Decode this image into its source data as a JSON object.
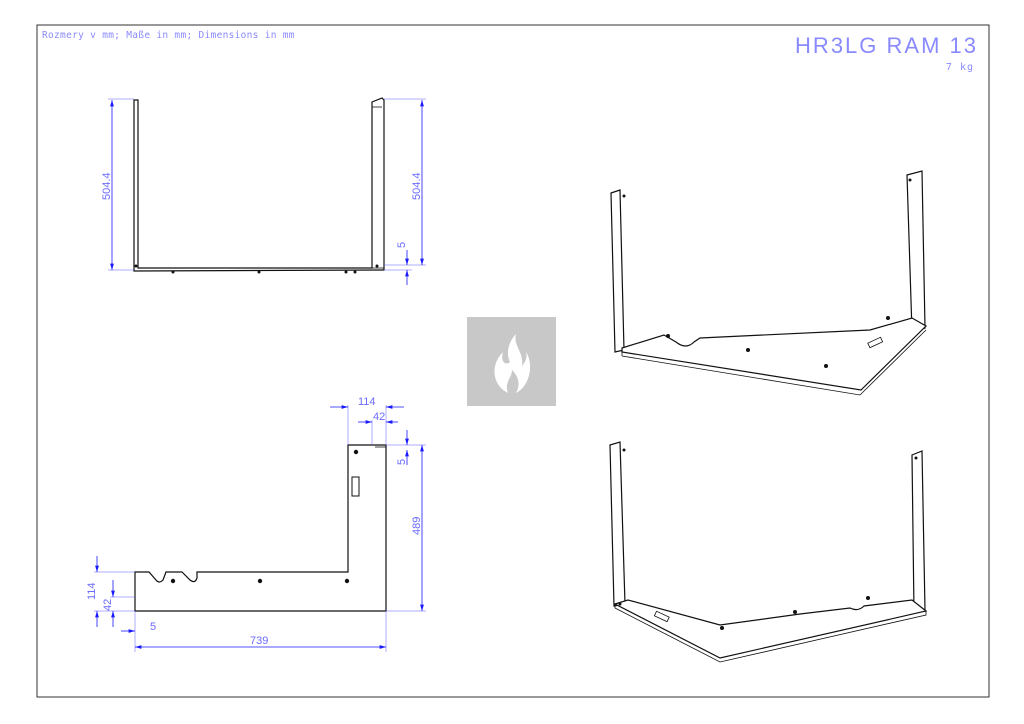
{
  "header": {
    "units_note": "Rozmery v mm; Maße in mm; Dimensions in mm",
    "product_name": "HR3LG RAM 13",
    "weight": "7 kg"
  },
  "front_view": {
    "dim_left_height": "504.4",
    "dim_right_height": "504.4",
    "dim_bottom_offset": "5"
  },
  "top_view": {
    "dim_arm_width": "114",
    "dim_arm_offset": "42",
    "dim_top_offset": "5",
    "dim_arm_length": "489",
    "dim_base_width": "114",
    "dim_base_offset": "42",
    "dim_left_offset": "5",
    "dim_total_length": "739"
  },
  "logo": {
    "icon": "flame-icon",
    "bg_color": "#c8c8c8"
  },
  "colors": {
    "dimension": "#1a1aff",
    "text": "#8a8aff",
    "outline": "#111111"
  }
}
